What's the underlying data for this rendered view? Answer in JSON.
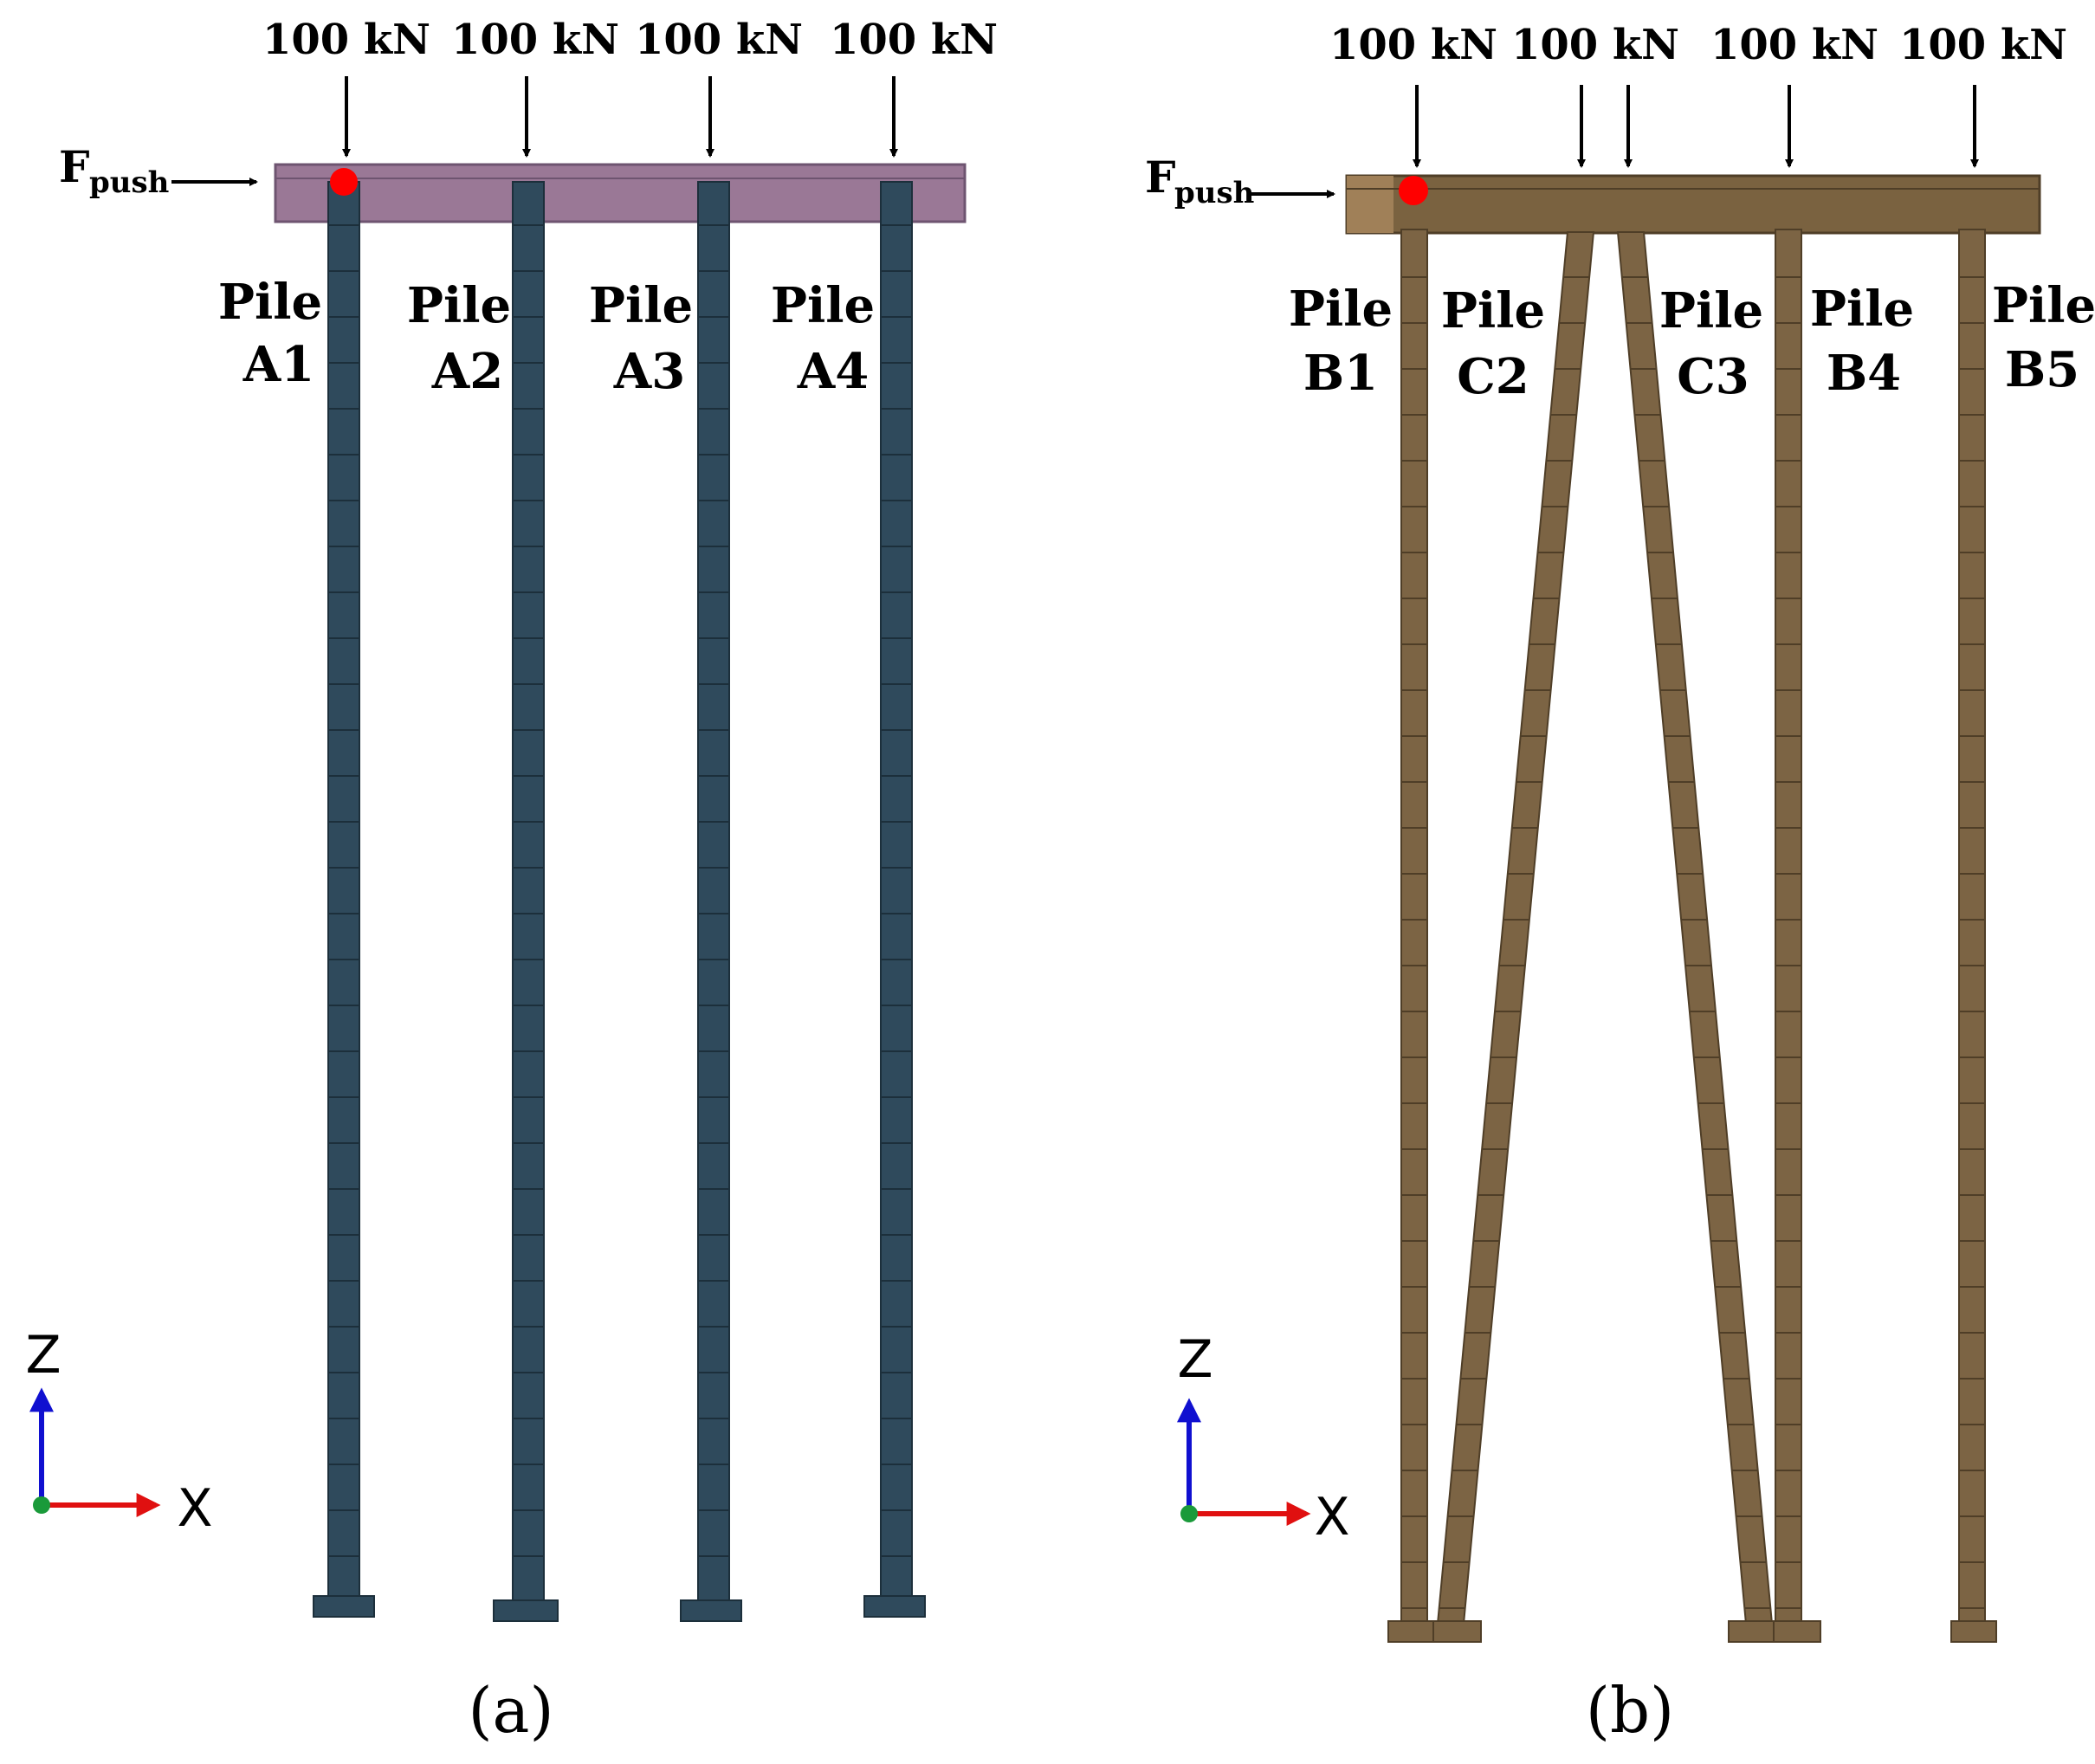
{
  "panels": [
    {
      "id": "a",
      "caption": "(a)",
      "loads": [
        "100 kN",
        "100 kN",
        "100 kN",
        "100 kN"
      ],
      "push_force": {
        "symbol": "F",
        "subscript": "push"
      },
      "piles": [
        {
          "label_line1": "Pile",
          "label_line2": "A1",
          "inclined": false
        },
        {
          "label_line1": "Pile",
          "label_line2": "A2",
          "inclined": false
        },
        {
          "label_line1": "Pile",
          "label_line2": "A3",
          "inclined": false
        },
        {
          "label_line1": "Pile",
          "label_line2": "A4",
          "inclined": false
        }
      ],
      "axes": {
        "vertical": "Z",
        "horizontal": "X"
      },
      "colors": {
        "cap": "#9a7896",
        "pile": "#2f4a5c",
        "pile_edge": "#1c2f3b",
        "marker": "#ff0000"
      }
    },
    {
      "id": "b",
      "caption": "(b)",
      "loads": [
        "100 kN",
        "100 kN",
        "100 kN",
        "100 kN"
      ],
      "push_force": {
        "symbol": "F",
        "subscript": "push"
      },
      "piles": [
        {
          "label_line1": "Pile",
          "label_line2": "B1",
          "inclined": false
        },
        {
          "label_line1": "Pile",
          "label_line2": "C2",
          "inclined": true
        },
        {
          "label_line1": "Pile",
          "label_line2": "C3",
          "inclined": true
        },
        {
          "label_line1": "Pile",
          "label_line2": "B4",
          "inclined": false
        },
        {
          "label_line1": "Pile",
          "label_line2": "B5",
          "inclined": false
        }
      ],
      "axes": {
        "vertical": "Z",
        "horizontal": "X"
      },
      "colors": {
        "cap": "#7a6240",
        "pile": "#7c6444",
        "pile_edge": "#4f3e27",
        "marker": "#ff0000"
      }
    }
  ],
  "axis_colors": {
    "z_arrow": "#1010d0",
    "x_arrow": "#e01010",
    "origin": "#1a9a3a"
  }
}
